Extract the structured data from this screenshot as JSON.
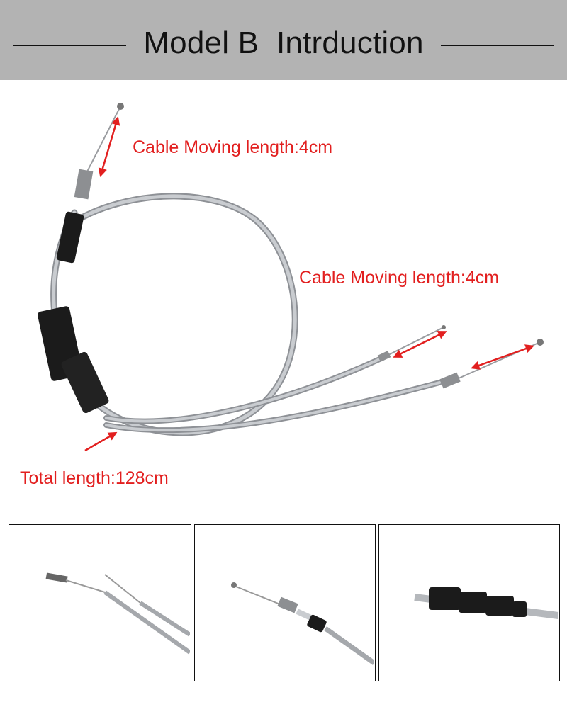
{
  "header": {
    "title": "Model B  Intrduction"
  },
  "annotations": {
    "top_cable": "Cable Moving length:4cm",
    "right_cables": "Cable Moving length:4cm",
    "total": "Total length:128cm"
  },
  "colors": {
    "header_bg": "#b3b3b3",
    "label_red": "#e21f1f",
    "cable_silver": "#b9bcc0"
  },
  "thumbnails": [
    {
      "name": "two-cable-ends-closeup"
    },
    {
      "name": "single-cable-end-closeup"
    },
    {
      "name": "junction-housing-closeup"
    }
  ]
}
